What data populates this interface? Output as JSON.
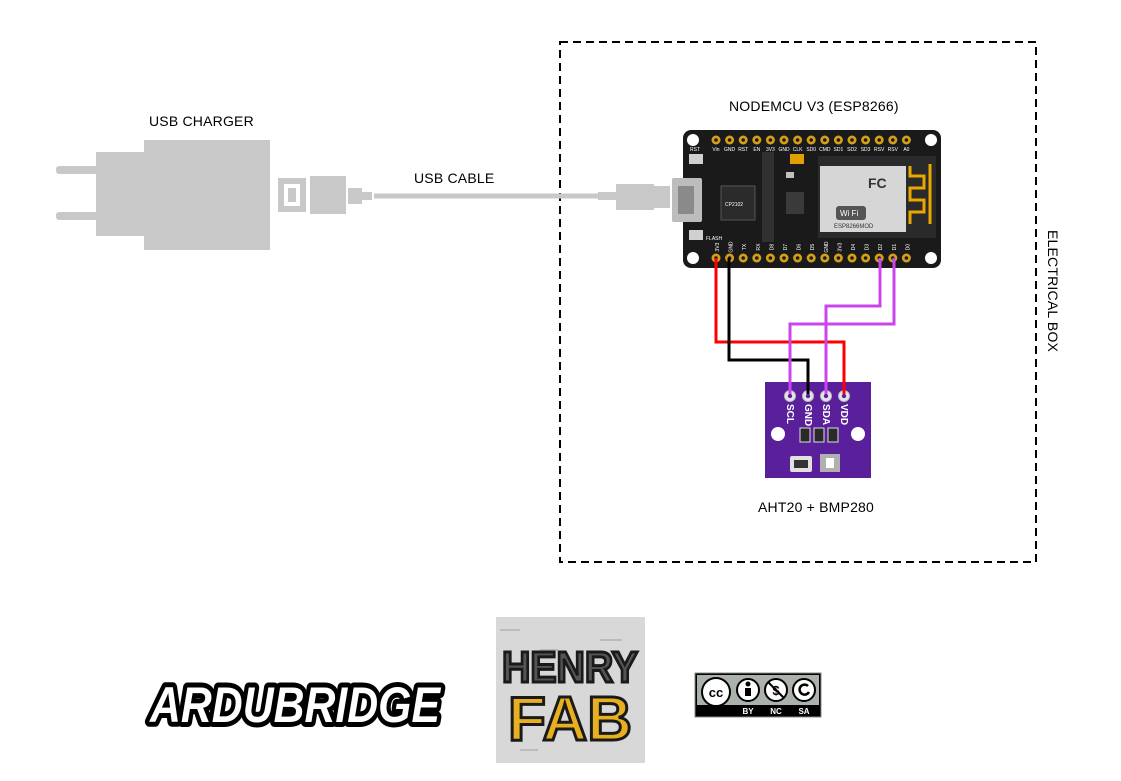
{
  "labels": {
    "usb_charger": "USB CHARGER",
    "usb_cable": "USB CABLE",
    "nodemcu": "NODEMCU V3 (ESP8266)",
    "sensor": "AHT20 + BMP280",
    "electrical_box": "ELECTRICAL BOX"
  },
  "nodemcu_top_pins": [
    "Vin",
    "GND",
    "RST",
    "EN",
    "3V3",
    "GND",
    "CLK",
    "SD0",
    "CMD",
    "SD1",
    "SD2",
    "SD3",
    "RSV",
    "RSV",
    "A0"
  ],
  "nodemcu_bottom_pins": [
    "3V3",
    "GND",
    "TX",
    "RX",
    "D8",
    "D7",
    "D6",
    "D5",
    "GND",
    "3V3",
    "D4",
    "D3",
    "D2",
    "D1",
    "D0"
  ],
  "sensor_pins": [
    "SCL",
    "GND",
    "SDA",
    "VDD"
  ],
  "board_markings": {
    "rst": "RST",
    "flash": "FLASH",
    "module": "ESP8266MOD",
    "wifi": "Wi Fi",
    "fc": "FC",
    "uart_chip": "CP2102"
  },
  "logos": {
    "ardubridge": "ARDUBRIDGE",
    "henryfab_line1": "HENRY",
    "henryfab_line2": "FAB",
    "cc_terms": [
      "BY",
      "NC",
      "SA"
    ],
    "cc_mark": "cc"
  },
  "colors": {
    "wire_3v3": "#ff0000",
    "wire_gnd": "#000000",
    "wire_i2c": "#cc44ee",
    "sensor_board": "#5a1f9a",
    "nodemcu_board": "#1a1a1a",
    "antenna": "#e8a800",
    "charger": "#c8c8c8"
  }
}
